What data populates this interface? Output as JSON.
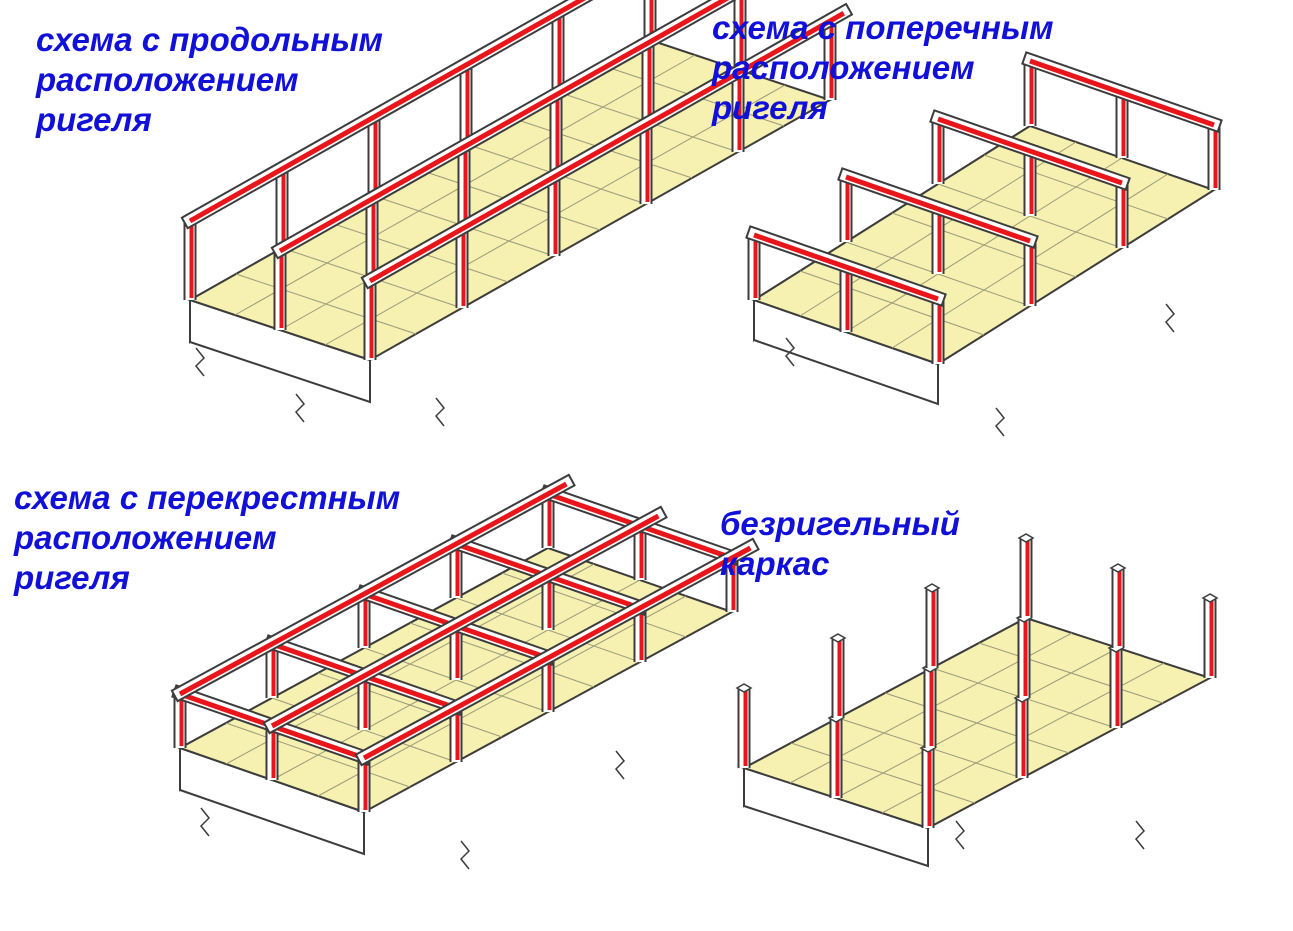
{
  "colors": {
    "text": "#1010d8",
    "floor": "#f6f1b0",
    "outline": "#3c3c3c",
    "beam_highlight": "#e8161b",
    "slab_edge": "#ffffff"
  },
  "panels": [
    {
      "id": "longitudinal",
      "label_lines": [
        "схема с продольным",
        "расположением",
        "ригеля"
      ]
    },
    {
      "id": "transverse",
      "label_lines": [
        "схема с поперечным",
        "расположением",
        "ригеля"
      ]
    },
    {
      "id": "cross",
      "label_lines": [
        "схема с перекрестным",
        "расположением",
        "ригеля"
      ]
    },
    {
      "id": "beamless",
      "label_lines": [
        "безригельный",
        "каркас"
      ]
    }
  ]
}
